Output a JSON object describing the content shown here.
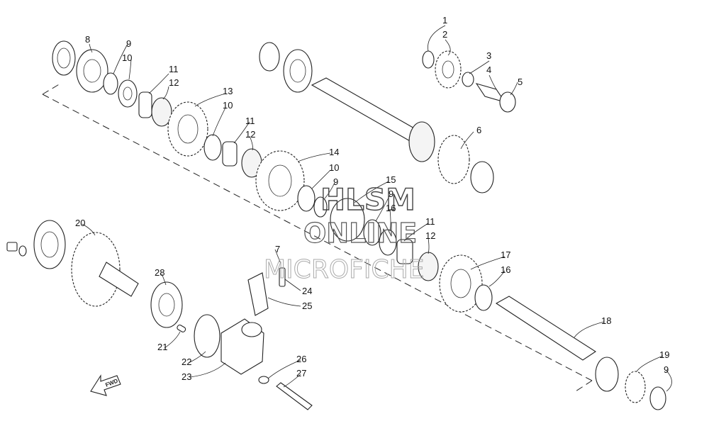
{
  "watermark": {
    "line1": "HLSM",
    "line2": "ONLINE",
    "line3": "MICROFICHE"
  },
  "fwd_label": "FWD",
  "callouts": [
    "1",
    "2",
    "3",
    "4",
    "5",
    "6",
    "7",
    "8",
    "9",
    "10",
    "11",
    "12",
    "13",
    "10",
    "11",
    "12",
    "14",
    "10",
    "9",
    "15",
    "9",
    "16",
    "11",
    "12",
    "17",
    "16",
    "18",
    "19",
    "9",
    "20",
    "21",
    "22",
    "23",
    "24",
    "25",
    "26",
    "27",
    "28"
  ]
}
